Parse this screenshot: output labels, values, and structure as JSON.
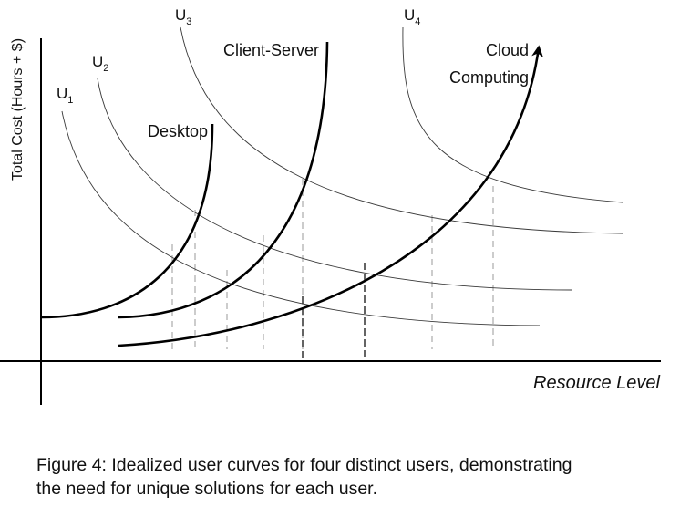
{
  "labels": {
    "y_axis": "Total Cost  (Hours + $)",
    "x_axis": "Resource Level",
    "desktop": "Desktop",
    "client_server": "Client-Server",
    "cloud_line1": "Cloud",
    "cloud_line2": "Computing"
  },
  "user_labels": [
    {
      "letter": "U",
      "sub": "1"
    },
    {
      "letter": "U",
      "sub": "2"
    },
    {
      "letter": "U",
      "sub": "3"
    },
    {
      "letter": "U",
      "sub": "4"
    }
  ],
  "caption": {
    "line1": "Figure 4: Idealized user curves for four distinct users, demonstrating",
    "line2": "the need for unique solutions for each user."
  }
}
